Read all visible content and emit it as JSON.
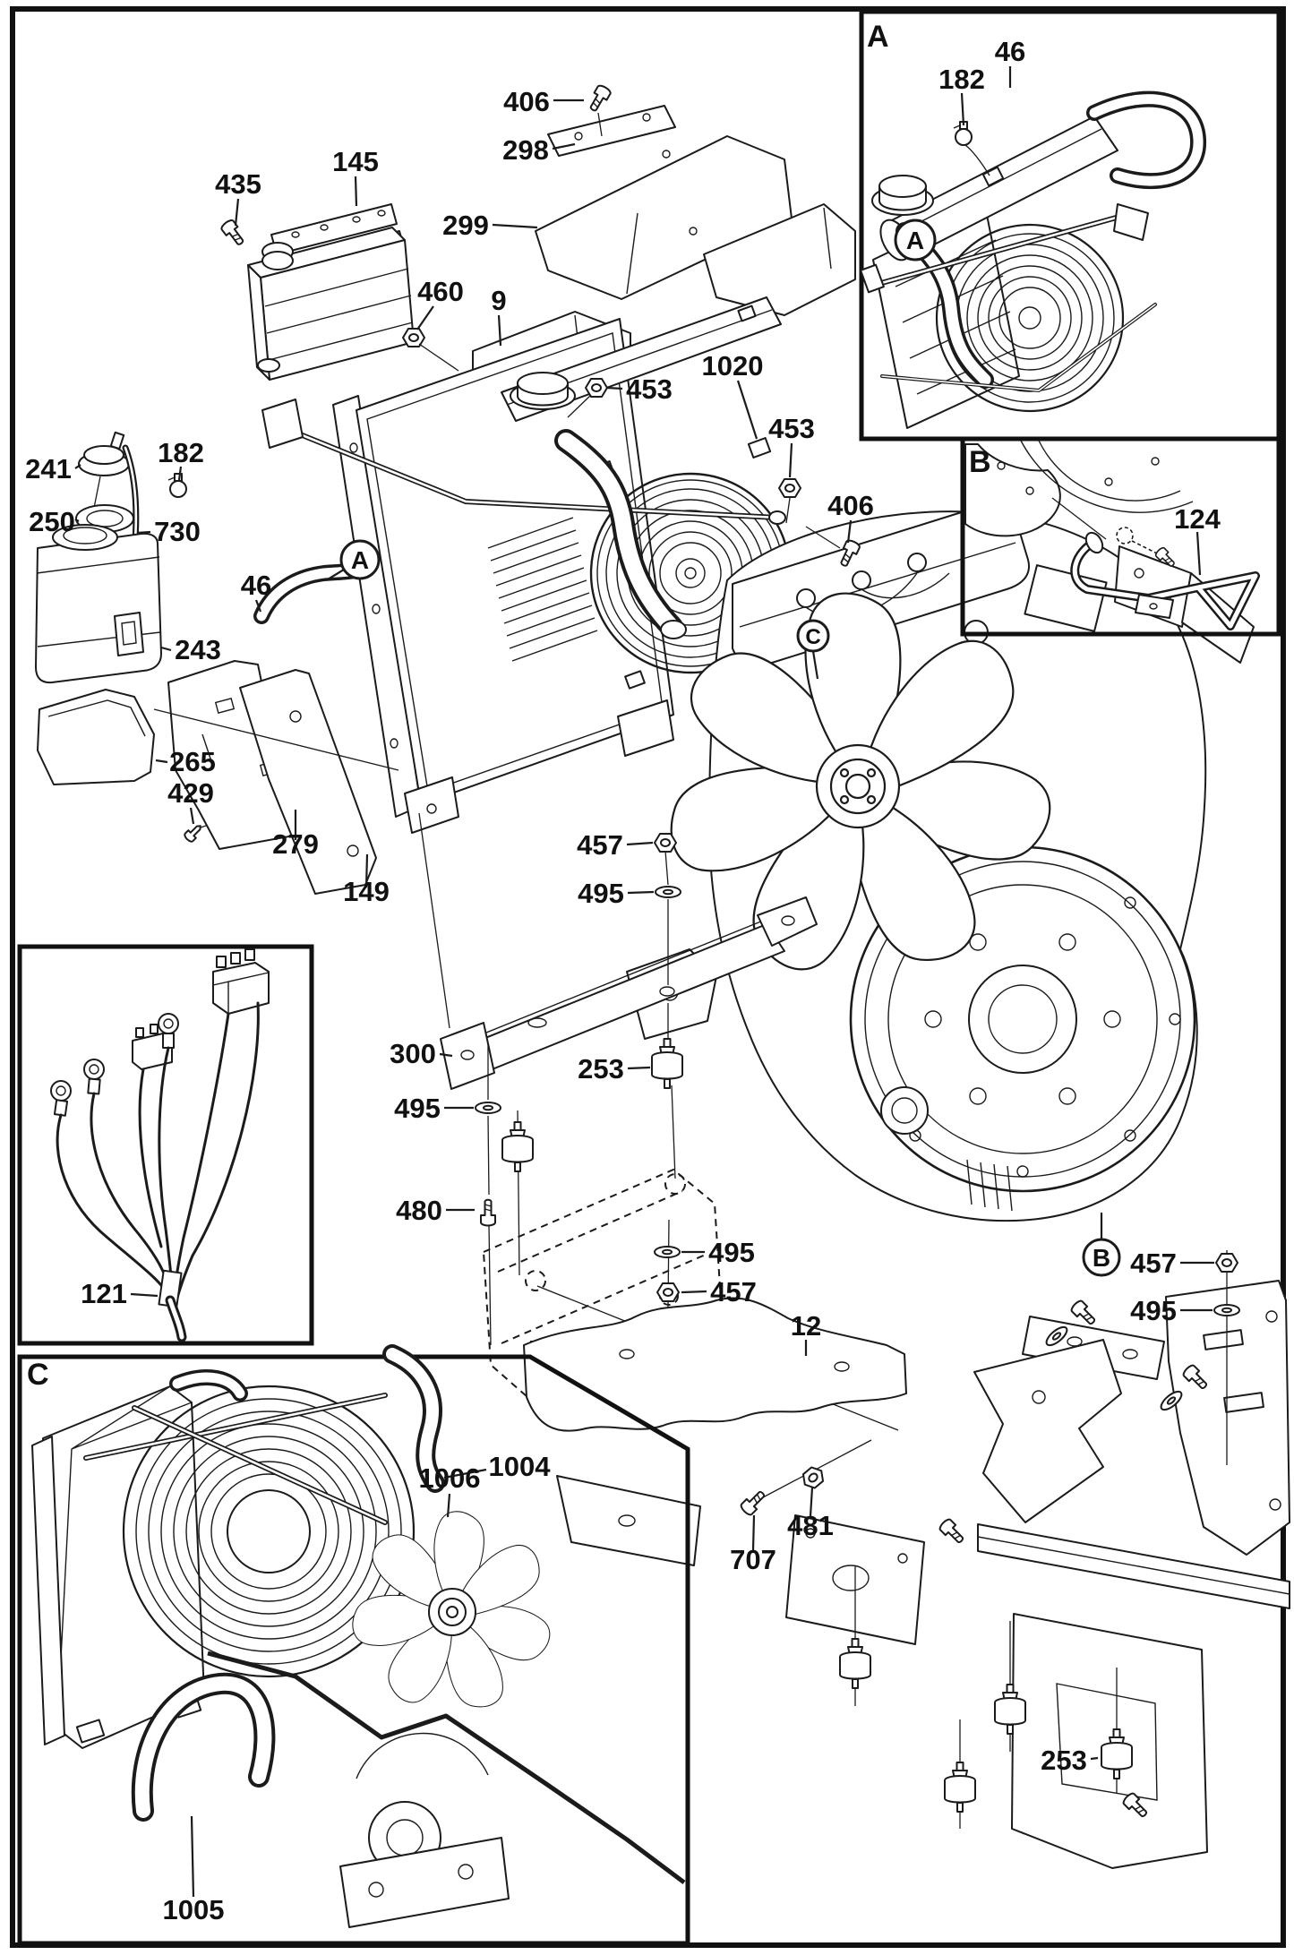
{
  "diagram": {
    "kind": "exploded-parts-diagram",
    "subject": "Engine cooling system: radiator, fan, coolant reservoir, oil cooler, wiring harness and engine mounting parts",
    "background": "#ffffff",
    "line_color": "#1b1b1b"
  },
  "labels": [
    "406",
    "298",
    "299",
    "435",
    "145",
    "460",
    "9",
    "453",
    "1020",
    "453",
    "406",
    "241",
    "182",
    "250",
    "730",
    "46",
    "243",
    "265",
    "429",
    "279",
    "149",
    "457",
    "495",
    "300",
    "253",
    "495",
    "480",
    "495",
    "457",
    "121",
    "12",
    "481",
    "707",
    "457",
    "495",
    "253",
    "1004",
    "1006",
    "1005",
    "124",
    "182",
    "46"
  ],
  "inset_letters": {
    "a": "A",
    "b": "B",
    "c": "C"
  },
  "callouts": {
    "main_a": "A",
    "inset_a": "A",
    "main_b": "B",
    "main_c": "C"
  }
}
